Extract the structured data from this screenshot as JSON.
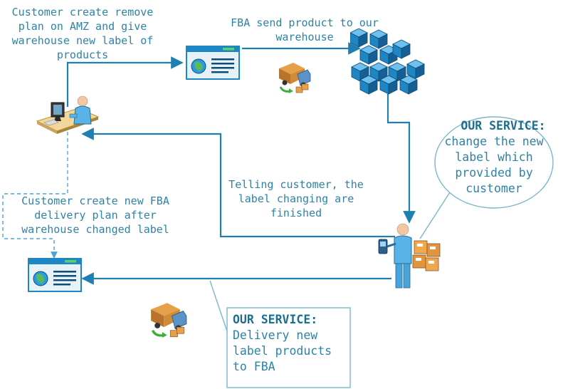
{
  "labels": {
    "customer_remove_plan": [
      "Customer create remove",
      "plan on AMZ and give",
      "warehouse new label of",
      "products"
    ],
    "fba_send": [
      "FBA send product to our",
      "warehouse"
    ],
    "telling_customer": [
      "Telling customer, the",
      "label changing are",
      "finished"
    ],
    "customer_new_plan": [
      "Customer create new FBA",
      "delivery plan after",
      "warehouse changed label"
    ]
  },
  "service_change": {
    "heading": "OUR SERVICE:",
    "lines": [
      "change the new",
      "label which",
      "provided by",
      "customer"
    ]
  },
  "service_delivery": {
    "heading": "OUR SERVICE:",
    "lines": [
      "Delivery new",
      "label products",
      "to FBA"
    ]
  },
  "colors": {
    "arrow": "#1e7fb0",
    "text": "#2e82a6",
    "dashed": "#4aa3d8",
    "box_border": "#7ab6cc",
    "icon_blue": "#1f86c4",
    "icon_dark": "#0c4d78"
  },
  "icons": [
    "workstation-user-icon",
    "web-page-icon",
    "delivery-truck-icon",
    "warehouse-boxes-icon",
    "worker-with-scanner-icon",
    "web-page-icon",
    "delivery-truck-icon"
  ]
}
